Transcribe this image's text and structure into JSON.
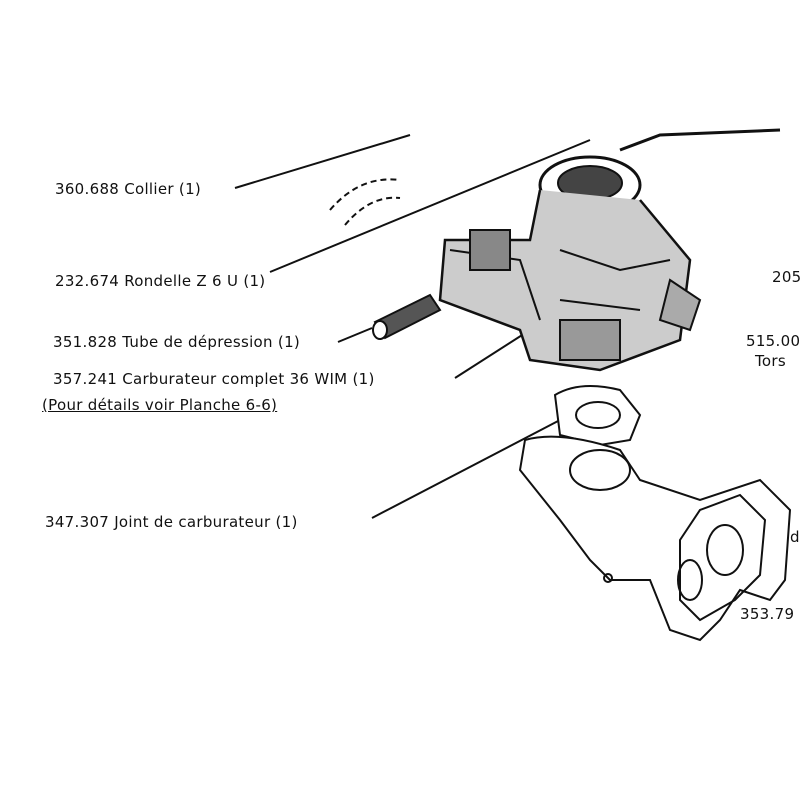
{
  "labels": {
    "collier": "360.688 Collier (1)",
    "rondelle": "232.674 Rondelle Z 6 U  (1)",
    "tube": "351.828 Tube de dépression (1)",
    "carburateur": "357.241 Carburateur  complet  36 WIM (1)",
    "details": "(Pour détails voir Planche 6-6)",
    "joint": "347.307 Joint de carburateur (1)",
    "right_205": "205",
    "right_515": "515.00",
    "right_tors": "Tors",
    "right_d": "d",
    "right_353": "353.79"
  }
}
